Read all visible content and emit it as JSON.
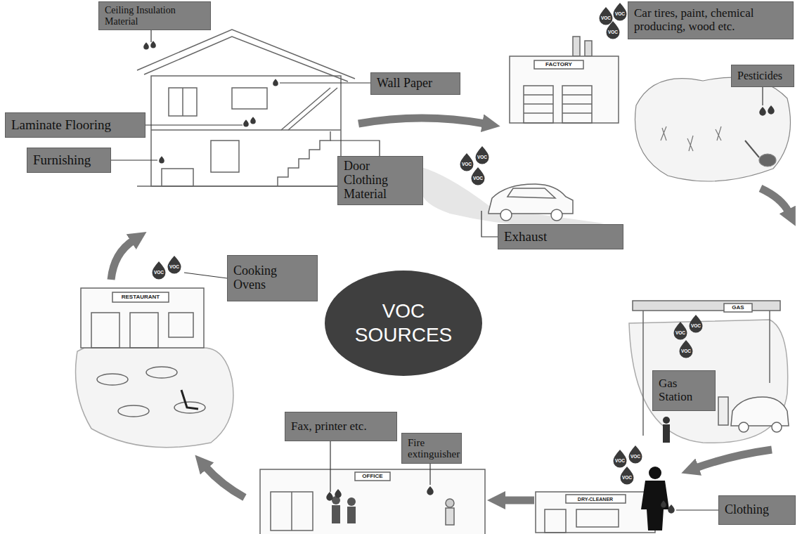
{
  "diagram": {
    "nodes": [
      {
        "text": [
          "Ceiling Insulation Material"
        ]
      },
      {
        "text": [
          "Car tires, paint, chemical producing, wood etc."
        ]
      },
      {
        "text": [
          "Wall Paper"
        ]
      },
      {
        "text": [
          "Pesticides"
        ]
      },
      {
        "text": [
          "Laminate Flooring"
        ]
      },
      {
        "text": [
          "Furnishing"
        ]
      },
      {
        "text": [
          "Door Clothing Material"
        ]
      },
      {
        "text": [
          "Exhaust"
        ]
      },
      {
        "text": [
          "Cooking Ovens"
        ]
      },
      {
        "text": [
          "VOC SOURCES"
        ]
      },
      {
        "text": [
          "Gas Station"
        ]
      },
      {
        "text": [
          "Fax, printer etc."
        ]
      },
      {
        "text": [
          "Fire extinguisher"
        ]
      },
      {
        "text": [
          "Clothing"
        ]
      }
    ],
    "labels": [
      "FACTORY",
      "VOC",
      "VOC",
      "VOC",
      "VOC",
      "VOC",
      "VOC",
      "GAS",
      "VOC",
      "VOC",
      "VOC",
      "DRY-CLEANER",
      "VOC",
      "VOC",
      "VOC",
      "OFFICE",
      "RESTAURANT",
      "VOC",
      "VOC"
    ]
  }
}
